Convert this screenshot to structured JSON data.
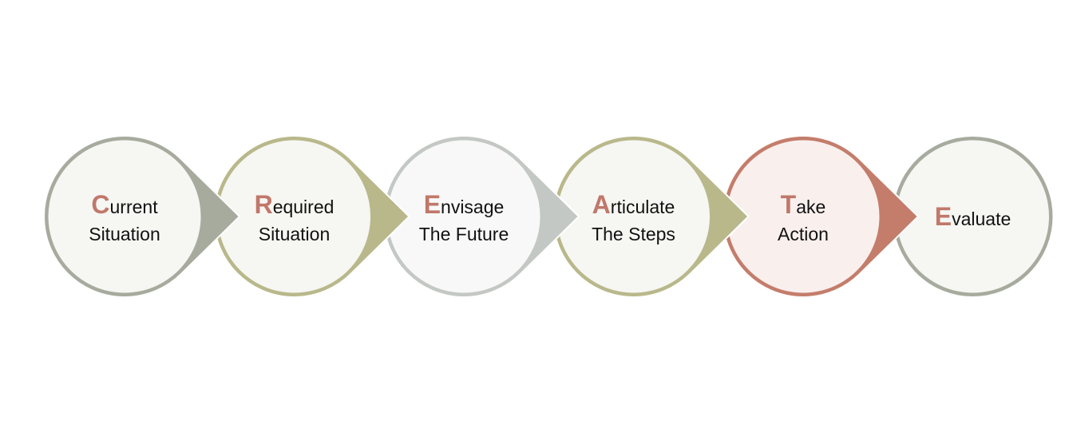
{
  "title": "CREATE process",
  "letter_color": "#c0786a",
  "steps": [
    {
      "initial": "C",
      "line1_rest": "urrent",
      "line2": "Situation",
      "ring": "#a7ab9e",
      "fill": "#f6f6f3",
      "arrow": true
    },
    {
      "initial": "R",
      "line1_rest": "equired",
      "line2": "Situation",
      "ring": "#b9b88b",
      "fill": "#f6f6f2",
      "arrow": true
    },
    {
      "initial": "E",
      "line1_rest": "nvisage",
      "line2": "The Future",
      "ring": "#c3c8c4",
      "fill": "#f8f8f8",
      "arrow": true
    },
    {
      "initial": "A",
      "line1_rest": "rticulate",
      "line2": "The Steps",
      "ring": "#b9b88b",
      "fill": "#f6f6f2",
      "arrow": true
    },
    {
      "initial": "T",
      "line1_rest": "ake",
      "line2": "Action",
      "ring": "#c47d6b",
      "fill": "#f9f0ee",
      "arrow": true
    },
    {
      "initial": "E",
      "line1_rest": "valuate",
      "line2": "",
      "ring": "#a7ab9e",
      "fill": "#f6f6f3",
      "arrow": false
    }
  ]
}
